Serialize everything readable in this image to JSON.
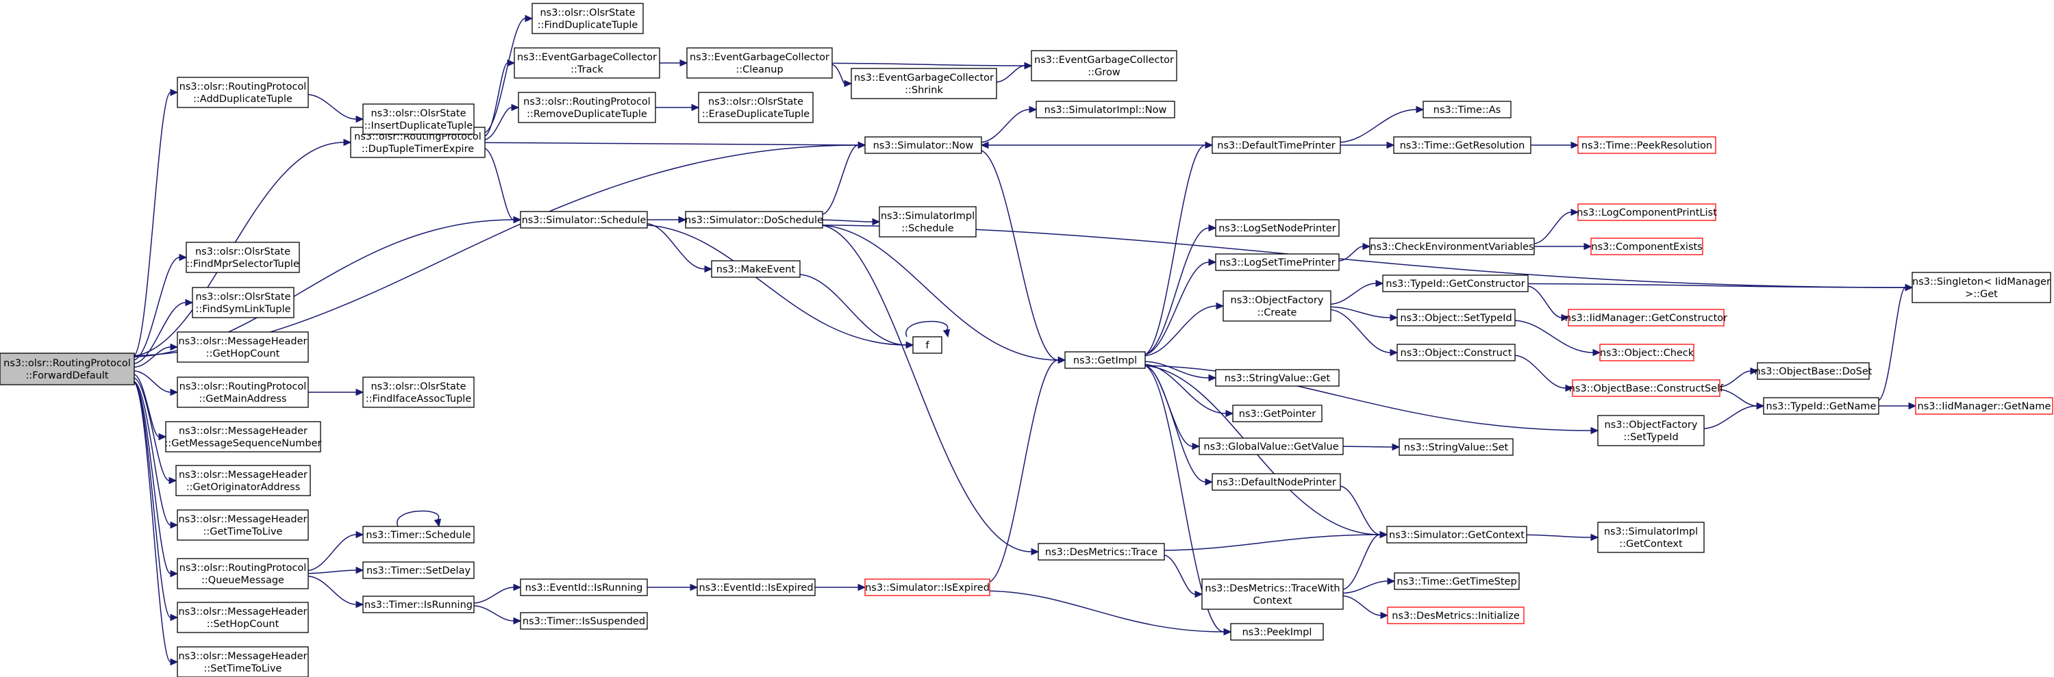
{
  "diagram": {
    "colors": {
      "edge": "#191970",
      "node_border": "#000000",
      "truncated_border": "#ff0000",
      "focus_fill": "#bfbfbf",
      "background": "#ffffff"
    },
    "nodes": [
      {
        "id": "forward",
        "lines": [
          "ns3::olsr::RoutingProtocol",
          "::ForwardDefault"
        ],
        "style": "focus"
      },
      {
        "id": "addDup",
        "lines": [
          "ns3::olsr::RoutingProtocol",
          "::AddDuplicateTuple"
        ]
      },
      {
        "id": "dupExp",
        "lines": [
          "ns3::olsr::RoutingProtocol",
          "::DupTupleTimerExpire"
        ]
      },
      {
        "id": "simSchedule",
        "lines": [
          "ns3::Simulator::Schedule"
        ]
      },
      {
        "id": "findMpr",
        "lines": [
          "ns3::olsr::OlsrState",
          "::FindMprSelectorTuple"
        ]
      },
      {
        "id": "findSym",
        "lines": [
          "ns3::olsr::OlsrState",
          "::FindSymLinkTuple"
        ]
      },
      {
        "id": "getHopCount",
        "lines": [
          "ns3::olsr::MessageHeader",
          "::GetHopCount"
        ]
      },
      {
        "id": "getMainAddr",
        "lines": [
          "ns3::olsr::RoutingProtocol",
          "::GetMainAddress"
        ]
      },
      {
        "id": "getSeq",
        "lines": [
          "ns3::olsr::MessageHeader",
          "::GetMessageSequenceNumber"
        ]
      },
      {
        "id": "getOrig",
        "lines": [
          "ns3::olsr::MessageHeader",
          "::GetOriginatorAddress"
        ]
      },
      {
        "id": "getTTL",
        "lines": [
          "ns3::olsr::MessageHeader",
          "::GetTimeToLive"
        ]
      },
      {
        "id": "queueMsg",
        "lines": [
          "ns3::olsr::RoutingProtocol",
          "::QueueMessage"
        ]
      },
      {
        "id": "setHopCount",
        "lines": [
          "ns3::olsr::MessageHeader",
          "::SetHopCount"
        ]
      },
      {
        "id": "setTTL",
        "lines": [
          "ns3::olsr::MessageHeader",
          "::SetTimeToLive"
        ]
      },
      {
        "id": "insertDup",
        "lines": [
          "ns3::olsr::OlsrState",
          "::InsertDuplicateTuple"
        ]
      },
      {
        "id": "findDup",
        "lines": [
          "ns3::olsr::OlsrState",
          "::FindDuplicateTuple"
        ]
      },
      {
        "id": "egcTrack",
        "lines": [
          "ns3::EventGarbageCollector",
          "::Track"
        ]
      },
      {
        "id": "removeDup",
        "lines": [
          "ns3::olsr::RoutingProtocol",
          "::RemoveDuplicateTuple"
        ]
      },
      {
        "id": "simNow",
        "lines": [
          "ns3::Simulator::Now"
        ]
      },
      {
        "id": "simDoSchedule",
        "lines": [
          "ns3::Simulator::DoSchedule"
        ]
      },
      {
        "id": "makeEvent",
        "lines": [
          "ns3::MakeEvent"
        ]
      },
      {
        "id": "f",
        "lines": [
          "f"
        ]
      },
      {
        "id": "findIface",
        "lines": [
          "ns3::olsr::OlsrState",
          "::FindIfaceAssocTuple"
        ]
      },
      {
        "id": "timerSchedule",
        "lines": [
          "ns3::Timer::Schedule"
        ]
      },
      {
        "id": "timerSetDelay",
        "lines": [
          "ns3::Timer::SetDelay"
        ]
      },
      {
        "id": "timerIsRunning",
        "lines": [
          "ns3::Timer::IsRunning"
        ]
      },
      {
        "id": "egcCleanup",
        "lines": [
          "ns3::EventGarbageCollector",
          "::Cleanup"
        ]
      },
      {
        "id": "egcShrink",
        "lines": [
          "ns3::EventGarbageCollector",
          "::Shrink"
        ]
      },
      {
        "id": "egcGrow",
        "lines": [
          "ns3::EventGarbageCollector",
          "::Grow"
        ]
      },
      {
        "id": "eraseDup",
        "lines": [
          "ns3::olsr::OlsrState",
          "::EraseDuplicateTuple"
        ]
      },
      {
        "id": "simImplNow",
        "lines": [
          "ns3::SimulatorImpl::Now"
        ]
      },
      {
        "id": "simImplSchedule",
        "lines": [
          "ns3::SimulatorImpl",
          "::Schedule"
        ]
      },
      {
        "id": "eventIdIsRunning",
        "lines": [
          "ns3::EventId::IsRunning"
        ]
      },
      {
        "id": "timerIsSuspended",
        "lines": [
          "ns3::Timer::IsSuspended"
        ]
      },
      {
        "id": "eventIdIsExpired",
        "lines": [
          "ns3::EventId::IsExpired"
        ]
      },
      {
        "id": "simIsExpired",
        "lines": [
          "ns3::Simulator::IsExpired"
        ],
        "style": "truncated"
      },
      {
        "id": "getImpl",
        "lines": [
          "ns3::GetImpl"
        ]
      },
      {
        "id": "desTrace",
        "lines": [
          "ns3::DesMetrics::Trace"
        ]
      },
      {
        "id": "defTimePrinter",
        "lines": [
          "ns3::DefaultTimePrinter"
        ]
      },
      {
        "id": "logSetNodePrinter",
        "lines": [
          "ns3::LogSetNodePrinter"
        ]
      },
      {
        "id": "logSetTimePrinter",
        "lines": [
          "ns3::LogSetTimePrinter"
        ]
      },
      {
        "id": "objFactoryCreate",
        "lines": [
          "ns3::ObjectFactory",
          "::Create"
        ]
      },
      {
        "id": "stringValueGet",
        "lines": [
          "ns3::StringValue::Get"
        ]
      },
      {
        "id": "getPointer",
        "lines": [
          "ns3::GetPointer"
        ]
      },
      {
        "id": "globalValueGetValue",
        "lines": [
          "ns3::GlobalValue::GetValue"
        ]
      },
      {
        "id": "defNodePrinter",
        "lines": [
          "ns3::DefaultNodePrinter"
        ]
      },
      {
        "id": "desTraceWithContext",
        "lines": [
          "ns3::DesMetrics::TraceWith",
          "Context"
        ]
      },
      {
        "id": "peekImpl",
        "lines": [
          "ns3::PeekImpl"
        ]
      },
      {
        "id": "timeAs",
        "lines": [
          "ns3::Time::As"
        ]
      },
      {
        "id": "timeGetResolution",
        "lines": [
          "ns3::Time::GetResolution"
        ]
      },
      {
        "id": "checkEnvVars",
        "lines": [
          "ns3::CheckEnvironmentVariables"
        ]
      },
      {
        "id": "typeIdGetConstructor",
        "lines": [
          "ns3::TypeId::GetConstructor"
        ]
      },
      {
        "id": "objectSetTypeId",
        "lines": [
          "ns3::Object::SetTypeId"
        ]
      },
      {
        "id": "objectConstruct",
        "lines": [
          "ns3::Object::Construct"
        ]
      },
      {
        "id": "stringValueSet",
        "lines": [
          "ns3::StringValue::Set"
        ]
      },
      {
        "id": "objFactorySetTypeId",
        "lines": [
          "ns3::ObjectFactory",
          "::SetTypeId"
        ]
      },
      {
        "id": "simGetContext",
        "lines": [
          "ns3::Simulator::GetContext"
        ]
      },
      {
        "id": "timeGetTimeStep",
        "lines": [
          "ns3::Time::GetTimeStep"
        ]
      },
      {
        "id": "desInitialize",
        "lines": [
          "ns3::DesMetrics::Initialize"
        ],
        "style": "truncated"
      },
      {
        "id": "timePeekResolution",
        "lines": [
          "ns3::Time::PeekResolution"
        ],
        "style": "truncated"
      },
      {
        "id": "logComponentPrintList",
        "lines": [
          "ns3::LogComponentPrintList"
        ],
        "style": "truncated"
      },
      {
        "id": "componentExists",
        "lines": [
          "ns3::ComponentExists"
        ],
        "style": "truncated"
      },
      {
        "id": "iidGetConstructor",
        "lines": [
          "ns3::IidManager::GetConstructor"
        ],
        "style": "truncated"
      },
      {
        "id": "objectCheck",
        "lines": [
          "ns3::Object::Check"
        ],
        "style": "truncated"
      },
      {
        "id": "objBaseConstructSelf",
        "lines": [
          "ns3::ObjectBase::ConstructSelf"
        ],
        "style": "truncated"
      },
      {
        "id": "objBaseDoSet",
        "lines": [
          "ns3::ObjectBase::DoSet"
        ]
      },
      {
        "id": "typeIdGetName",
        "lines": [
          "ns3::TypeId::GetName"
        ]
      },
      {
        "id": "simImplGetContext",
        "lines": [
          "ns3::SimulatorImpl",
          "::GetContext"
        ]
      },
      {
        "id": "singletonGet",
        "lines": [
          "ns3::Singleton< IidManager",
          ">::Get"
        ]
      },
      {
        "id": "iidGetName",
        "lines": [
          "ns3::IidManager::GetName"
        ],
        "style": "truncated"
      }
    ],
    "edges": [
      [
        "forward",
        "addDup"
      ],
      [
        "forward",
        "dupExp"
      ],
      [
        "forward",
        "simSchedule"
      ],
      [
        "forward",
        "findMpr"
      ],
      [
        "forward",
        "findSym"
      ],
      [
        "forward",
        "getHopCount"
      ],
      [
        "forward",
        "getMainAddr"
      ],
      [
        "forward",
        "getSeq"
      ],
      [
        "forward",
        "getOrig"
      ],
      [
        "forward",
        "getTTL"
      ],
      [
        "forward",
        "queueMsg"
      ],
      [
        "forward",
        "setHopCount"
      ],
      [
        "forward",
        "setTTL"
      ],
      [
        "forward",
        "simNow"
      ],
      [
        "addDup",
        "insertDup"
      ],
      [
        "dupExp",
        "dupExp"
      ],
      [
        "dupExp",
        "findDup"
      ],
      [
        "dupExp",
        "egcTrack"
      ],
      [
        "dupExp",
        "removeDup"
      ],
      [
        "dupExp",
        "simNow"
      ],
      [
        "dupExp",
        "simSchedule"
      ],
      [
        "egcTrack",
        "egcCleanup"
      ],
      [
        "egcCleanup",
        "egcShrink"
      ],
      [
        "egcCleanup",
        "egcGrow"
      ],
      [
        "egcShrink",
        "egcGrow"
      ],
      [
        "removeDup",
        "eraseDup"
      ],
      [
        "simSchedule",
        "simDoSchedule"
      ],
      [
        "simSchedule",
        "makeEvent"
      ],
      [
        "simSchedule",
        "f"
      ],
      [
        "makeEvent",
        "f"
      ],
      [
        "f",
        "f"
      ],
      [
        "simDoSchedule",
        "simNow"
      ],
      [
        "simDoSchedule",
        "simImplSchedule"
      ],
      [
        "simDoSchedule",
        "getImpl"
      ],
      [
        "simDoSchedule",
        "desTrace"
      ],
      [
        "simDoSchedule",
        "singletonGet"
      ],
      [
        "simNow",
        "simImplNow"
      ],
      [
        "simNow",
        "getImpl"
      ],
      [
        "getMainAddr",
        "findIface"
      ],
      [
        "queueMsg",
        "timerSchedule"
      ],
      [
        "queueMsg",
        "timerSetDelay"
      ],
      [
        "queueMsg",
        "timerIsRunning"
      ],
      [
        "timerSchedule",
        "timerSchedule"
      ],
      [
        "timerIsRunning",
        "eventIdIsRunning"
      ],
      [
        "timerIsRunning",
        "timerIsSuspended"
      ],
      [
        "eventIdIsRunning",
        "eventIdIsExpired"
      ],
      [
        "eventIdIsExpired",
        "simIsExpired"
      ],
      [
        "simIsExpired",
        "getImpl"
      ],
      [
        "simIsExpired",
        "peekImpl"
      ],
      [
        "getImpl",
        "defTimePrinter"
      ],
      [
        "getImpl",
        "logSetNodePrinter"
      ],
      [
        "getImpl",
        "logSetTimePrinter"
      ],
      [
        "getImpl",
        "objFactoryCreate"
      ],
      [
        "getImpl",
        "stringValueGet"
      ],
      [
        "getImpl",
        "getPointer"
      ],
      [
        "getImpl",
        "globalValueGetValue"
      ],
      [
        "getImpl",
        "defNodePrinter"
      ],
      [
        "getImpl",
        "simGetContext"
      ],
      [
        "getImpl",
        "objFactorySetTypeId"
      ],
      [
        "getImpl",
        "peekImpl"
      ],
      [
        "defTimePrinter",
        "simNow"
      ],
      [
        "defTimePrinter",
        "timeAs"
      ],
      [
        "defTimePrinter",
        "timeGetResolution"
      ],
      [
        "timeGetResolution",
        "timePeekResolution"
      ],
      [
        "logSetTimePrinter",
        "checkEnvVars"
      ],
      [
        "checkEnvVars",
        "logComponentPrintList"
      ],
      [
        "checkEnvVars",
        "componentExists"
      ],
      [
        "objFactoryCreate",
        "typeIdGetConstructor"
      ],
      [
        "objFactoryCreate",
        "objectSetTypeId"
      ],
      [
        "objFactoryCreate",
        "objectConstruct"
      ],
      [
        "typeIdGetConstructor",
        "singletonGet"
      ],
      [
        "typeIdGetConstructor",
        "iidGetConstructor"
      ],
      [
        "objectSetTypeId",
        "objectCheck"
      ],
      [
        "objectConstruct",
        "objBaseConstructSelf"
      ],
      [
        "objBaseConstructSelf",
        "objBaseDoSet"
      ],
      [
        "objBaseConstructSelf",
        "typeIdGetName"
      ],
      [
        "globalValueGetValue",
        "stringValueSet"
      ],
      [
        "defNodePrinter",
        "simGetContext"
      ],
      [
        "objFactorySetTypeId",
        "typeIdGetName"
      ],
      [
        "typeIdGetName",
        "singletonGet"
      ],
      [
        "typeIdGetName",
        "iidGetName"
      ],
      [
        "desTrace",
        "simGetContext"
      ],
      [
        "desTrace",
        "desTraceWithContext"
      ],
      [
        "desTraceWithContext",
        "simGetContext"
      ],
      [
        "desTraceWithContext",
        "timeGetTimeStep"
      ],
      [
        "desTraceWithContext",
        "desInitialize"
      ],
      [
        "simGetContext",
        "simImplGetContext"
      ]
    ]
  }
}
